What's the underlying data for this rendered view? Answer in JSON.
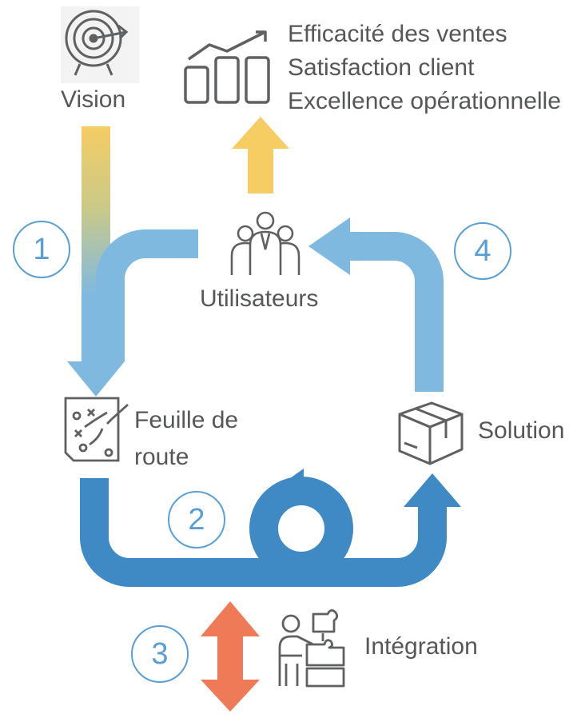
{
  "nodes": {
    "vision": "Vision",
    "outcomes": [
      "Efficacité des ventes",
      "Satisfaction client",
      "Excellence opérationnelle"
    ],
    "users": "Utilisateurs",
    "roadmap": [
      "Feuille de",
      "route"
    ],
    "solution": "Solution",
    "integration": "Intégration"
  },
  "steps": [
    "1",
    "2",
    "3",
    "4"
  ],
  "colors": {
    "light_blue": "#80b9e0",
    "dark_blue": "#3f8ac4",
    "yellow": "#f5cd63",
    "orange": "#ee7a57",
    "icon_gray": "#5f6062",
    "number_blue": "#5a9fd4",
    "text_gray": "#555759"
  },
  "icons": [
    "target-icon",
    "growth-chart-icon",
    "users-group-icon",
    "strategy-map-icon",
    "package-box-icon",
    "puzzle-person-icon"
  ]
}
